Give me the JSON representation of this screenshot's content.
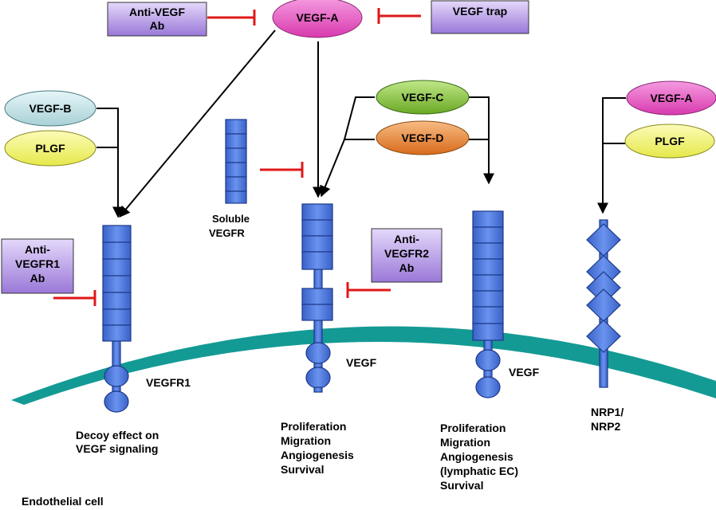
{
  "colors": {
    "membrane": "#149a94",
    "receptor": "#4d76d9",
    "receptor_stroke": "#1c3a8a",
    "inhibitor": "#e01818",
    "box_fill": "#b596e6",
    "box_border": "#333333",
    "vegf_a": "#e85ec5",
    "vegf_b": "#bfe1e6",
    "plgf": "#f2f46a",
    "vegf_c": "#88c83a",
    "vegf_d": "#e8883a"
  },
  "ligands": {
    "vegf_a_top": "VEGF-A",
    "vegf_b": "VEGF-B",
    "plgf_left": "PLGF",
    "vegf_c": "VEGF-C",
    "vegf_d": "VEGF-D",
    "vegf_a_right": "VEGF-A",
    "plgf_right": "PLGF"
  },
  "inhibitors": {
    "anti_vegf_ab": [
      "Anti-VEGF",
      "Ab"
    ],
    "vegf_trap": [
      "VEGF trap"
    ],
    "anti_vegfr1_ab": [
      "Anti-",
      "VEGFR1",
      "Ab"
    ],
    "anti_vegfr2_ab": [
      "Anti-",
      "VEGFR2",
      "Ab"
    ]
  },
  "labels": {
    "soluble_vegfr": [
      "Soluble",
      "VEGFR"
    ],
    "vegfr1": "VEGFR1",
    "vegf_mid": "VEGF",
    "vegf_right": "VEGF",
    "nrp": [
      "NRP1/",
      "NRP2"
    ],
    "endothelial_cell": "Endothelial cell"
  },
  "effects": {
    "vegfr1": [
      "Decoy effect on",
      "VEGF signaling"
    ],
    "vegfr2": [
      "Proliferation",
      "Migration",
      "Angiogenesis",
      "Survival"
    ],
    "vegfr3": [
      "Proliferation",
      "Migration",
      "Angiogenesis",
      "(lymphatic EC)",
      "Survival"
    ]
  }
}
